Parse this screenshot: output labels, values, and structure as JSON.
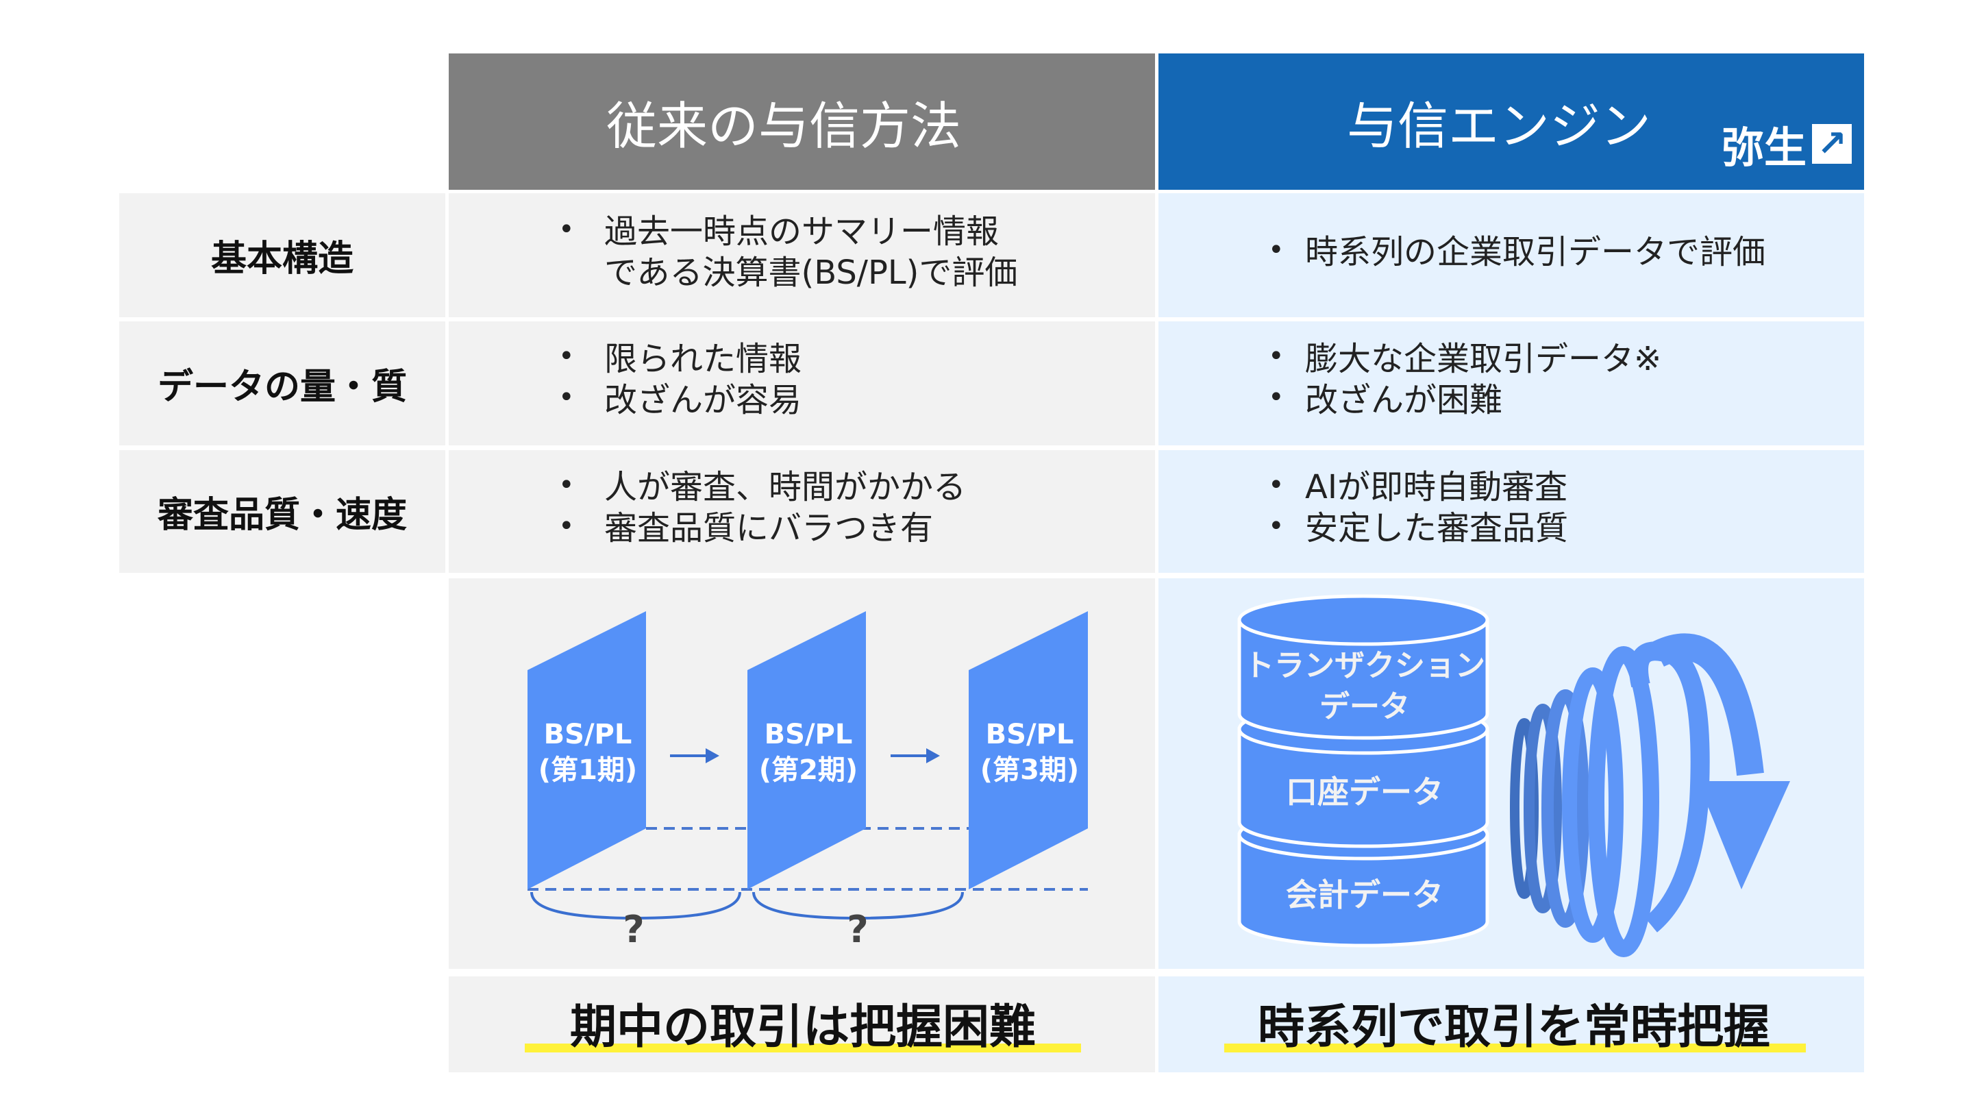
{
  "header": {
    "traditional": "従来の与信方法",
    "engine": "与信エンジン",
    "logo_text": "弥生",
    "logo_icon": "arrow-up-right-icon"
  },
  "rows": [
    {
      "label": "基本構造",
      "left": [
        "過去一時点のサマリー情報",
        "である決算書(BS/PL)で評価"
      ],
      "right": [
        "時系列の企業取引データで評価"
      ]
    },
    {
      "label": "データの量・質",
      "left": [
        "限られた情報",
        "改ざんが容易"
      ],
      "right": [
        "膨大な企業取引データ※",
        "改ざんが困難"
      ]
    },
    {
      "label": "審査品質・速度",
      "left": [
        "人が審査、時間がかかる",
        "審査品質にバラつき有"
      ],
      "right": [
        "AIが即時自動審査",
        "安定した審査品質"
      ]
    }
  ],
  "illustration_left": {
    "panels": [
      {
        "title": "BS/PL",
        "period": "(第1期)"
      },
      {
        "title": "BS/PL",
        "period": "(第2期)"
      },
      {
        "title": "BS/PL",
        "period": "(第3期)"
      }
    ],
    "unknown": "?"
  },
  "illustration_right": {
    "layers": [
      "トランザクション",
      "データ",
      "口座データ",
      "会計データ"
    ]
  },
  "bottom": {
    "left": "期中の取引は把握困難",
    "right": "時系列で取引を常時把握"
  },
  "colors": {
    "gray_header": "#7f7f7f",
    "blue_header": "#1467b4",
    "panel_blue": "#5591f8",
    "highlight": "#fff23a"
  }
}
